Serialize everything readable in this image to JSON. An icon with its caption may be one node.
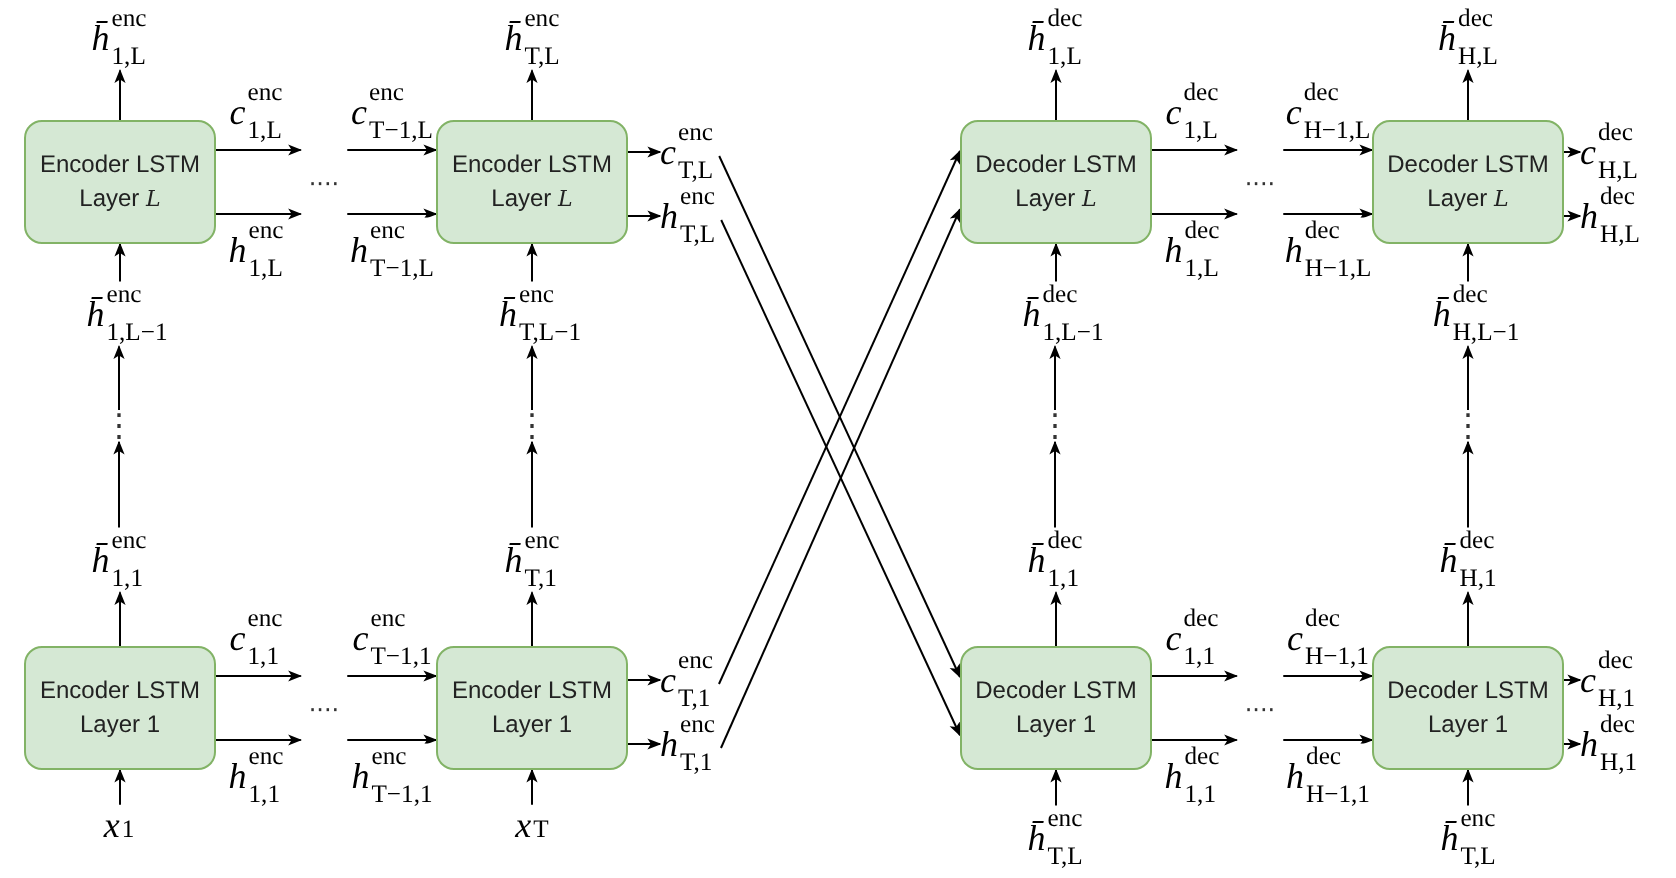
{
  "diagram": {
    "nodes": [
      {
        "text": [
          "*h̄*$^{enc}$$_{1,L}$"
        ]
      },
      {
        "text": [
          "*h̄*$^{enc}$$_{T,L}$"
        ]
      },
      {
        "text": [
          "*h̄*$^{dec}$$_{1,L}$"
        ]
      },
      {
        "text": [
          "*h̄*$^{dec}$$_{H,L}$"
        ]
      },
      {
        "text": [
          "Encoder LSTM Layer *L*"
        ]
      },
      {
        "text": [
          "Encoder LSTM Layer *L*"
        ]
      },
      {
        "text": [
          "*c*$^{enc}$$_{T,L}$"
        ]
      },
      {
        "text": [
          "*h*$^{enc}$$_{T,L}$"
        ]
      },
      {
        "text": [
          "Decoder LSTM Layer *L*"
        ]
      },
      {
        "text": [
          "Decoder LSTM Layer *L*"
        ]
      },
      {
        "text": [
          "*c*$^{dec}$$_{H,L}$"
        ]
      },
      {
        "text": [
          "*h*$^{dec}$$_{H,L}$"
        ]
      },
      {
        "text": [
          "*h̄*$^{enc}$$_{1,L−1}$"
        ]
      },
      {
        "text": [
          "*h̄*$^{enc}$$_{T,L−1}$"
        ]
      },
      {
        "text": [
          "*h̄*$^{dec}$$_{1,L−1}$"
        ]
      },
      {
        "text": [
          "*h̄*$^{dec}$$_{H,L−1}$"
        ]
      },
      {
        "text": [
          "⋮"
        ]
      },
      {
        "text": [
          "⋮"
        ]
      },
      {
        "text": [
          "⋮"
        ]
      },
      {
        "text": [
          "⋮"
        ]
      },
      {
        "text": [
          "*h̄*$^{enc}$$_{1,1}$"
        ]
      },
      {
        "text": [
          "*h̄*$^{enc}$$_{T,1}$"
        ]
      },
      {
        "text": [
          "*h̄*$^{dec}$$_{1,1}$"
        ]
      },
      {
        "text": [
          "*h̄*$^{dec}$$_{H,1}$"
        ]
      },
      {
        "text": [
          "Encoder LSTM Layer 1"
        ]
      },
      {
        "text": [
          "Encoder LSTM Layer 1"
        ]
      },
      {
        "text": [
          "*c*$^{enc}$$_{T,1}$"
        ]
      },
      {
        "text": [
          "*h*$^{enc}$$_{T,1}$"
        ]
      },
      {
        "text": [
          "Decoder LSTM Layer 1"
        ]
      },
      {
        "text": [
          "Decoder LSTM Layer 1"
        ]
      },
      {
        "text": [
          "*c*$^{dec}$$_{H,1}$"
        ]
      },
      {
        "text": [
          "*h*$^{dec}$$_{H,1}$"
        ]
      },
      {
        "text": [
          "*x*$_{1}$"
        ]
      },
      {
        "text": [
          "*x*$_{T}$"
        ]
      },
      {
        "text": [
          "*h̄*$^{enc}$$_{T,L}$"
        ]
      },
      {
        "text": [
          "*h̄*$^{enc}$$_{T,L}$"
        ]
      },
      {
        "text": [
          "····"
        ]
      },
      {
        "text": [
          "····"
        ]
      },
      {
        "text": [
          "····"
        ]
      },
      {
        "text": [
          "····"
        ]
      }
    ],
    "edges": [
      {
        "from": 4,
        "to": 0,
        "arrow": "to"
      },
      {
        "from": 12,
        "to": 4,
        "arrow": "to"
      },
      {
        "from": 16,
        "to": 12,
        "arrow": "to"
      },
      {
        "from": 20,
        "to": 16,
        "arrow": "to"
      },
      {
        "from": 24,
        "to": 20,
        "arrow": "to"
      },
      {
        "from": 32,
        "to": 24,
        "arrow": "to"
      },
      {
        "from": 5,
        "to": 1,
        "arrow": "to"
      },
      {
        "from": 13,
        "to": 5,
        "arrow": "to"
      },
      {
        "from": 17,
        "to": 13,
        "arrow": "to"
      },
      {
        "from": 21,
        "to": 17,
        "arrow": "to"
      },
      {
        "from": 25,
        "to": 21,
        "arrow": "to"
      },
      {
        "from": 33,
        "to": 25,
        "arrow": "to"
      },
      {
        "from": 8,
        "to": 2,
        "arrow": "to"
      },
      {
        "from": 14,
        "to": 8,
        "arrow": "to"
      },
      {
        "from": 18,
        "to": 14,
        "arrow": "to"
      },
      {
        "from": 22,
        "to": 18,
        "arrow": "to"
      },
      {
        "from": 28,
        "to": 22,
        "arrow": "to"
      },
      {
        "from": 34,
        "to": 28,
        "arrow": "to"
      },
      {
        "from": 9,
        "to": 3,
        "arrow": "to"
      },
      {
        "from": 15,
        "to": 9,
        "arrow": "to"
      },
      {
        "from": 19,
        "to": 15,
        "arrow": "to"
      },
      {
        "from": 23,
        "to": 19,
        "arrow": "to"
      },
      {
        "from": 29,
        "to": 23,
        "arrow": "to"
      },
      {
        "from": 35,
        "to": 29,
        "arrow": "to"
      },
      {
        "from": 4,
        "to": 36,
        "arrow": "to",
        "label": "*c*$^{enc}$$_{1,L}$"
      },
      {
        "from": 4,
        "to": 36,
        "arrow": "to",
        "label": "*h*$^{enc}$$_{1,L}$"
      },
      {
        "from": 36,
        "to": 5,
        "arrow": "to",
        "label": "*c*$^{enc}$$_{T−1,L}$"
      },
      {
        "from": 36,
        "to": 5,
        "arrow": "to",
        "label": "*h*$^{enc}$$_{T−1,L}$"
      },
      {
        "from": 5,
        "to": 6,
        "arrow": "to"
      },
      {
        "from": 5,
        "to": 7,
        "arrow": "to"
      },
      {
        "from": 24,
        "to": 37,
        "arrow": "to",
        "label": "*c*$^{enc}$$_{1,1}$"
      },
      {
        "from": 24,
        "to": 37,
        "arrow": "to",
        "label": "*h*$^{enc}$$_{1,1}$"
      },
      {
        "from": 37,
        "to": 25,
        "arrow": "to",
        "label": "*c*$^{enc}$$_{T−1,1}$"
      },
      {
        "from": 37,
        "to": 25,
        "arrow": "to",
        "label": "*h*$^{enc}$$_{T−1,1}$"
      },
      {
        "from": 25,
        "to": 26,
        "arrow": "to"
      },
      {
        "from": 25,
        "to": 27,
        "arrow": "to"
      },
      {
        "from": 8,
        "to": 38,
        "arrow": "to",
        "label": "*c*$^{dec}$$_{1,L}$"
      },
      {
        "from": 8,
        "to": 38,
        "arrow": "to",
        "label": "*h*$^{dec}$$_{1,L}$"
      },
      {
        "from": 38,
        "to": 9,
        "arrow": "to",
        "label": "*c*$^{dec}$$_{H−1,L}$"
      },
      {
        "from": 38,
        "to": 9,
        "arrow": "to",
        "label": "*h*$^{dec}$$_{H−1,L}$"
      },
      {
        "from": 9,
        "to": 10,
        "arrow": "to"
      },
      {
        "from": 9,
        "to": 11,
        "arrow": "to"
      },
      {
        "from": 28,
        "to": 39,
        "arrow": "to",
        "label": "*c*$^{dec}$$_{1,1}$"
      },
      {
        "from": 28,
        "to": 39,
        "arrow": "to",
        "label": "*h*$^{dec}$$_{1,1}$"
      },
      {
        "from": 39,
        "to": 29,
        "arrow": "to",
        "label": "*c*$^{dec}$$_{H−1,1}$"
      },
      {
        "from": 39,
        "to": 29,
        "arrow": "to",
        "label": "*h*$^{dec}$$_{H−1,1}$"
      },
      {
        "from": 29,
        "to": 30,
        "arrow": "to"
      },
      {
        "from": 29,
        "to": 31,
        "arrow": "to"
      },
      {
        "from": 6,
        "to": 28,
        "arrow": "to"
      },
      {
        "from": 7,
        "to": 28,
        "arrow": "to"
      },
      {
        "from": 26,
        "to": 8,
        "arrow": "to"
      },
      {
        "from": 27,
        "to": 8,
        "arrow": "to"
      }
    ]
  }
}
